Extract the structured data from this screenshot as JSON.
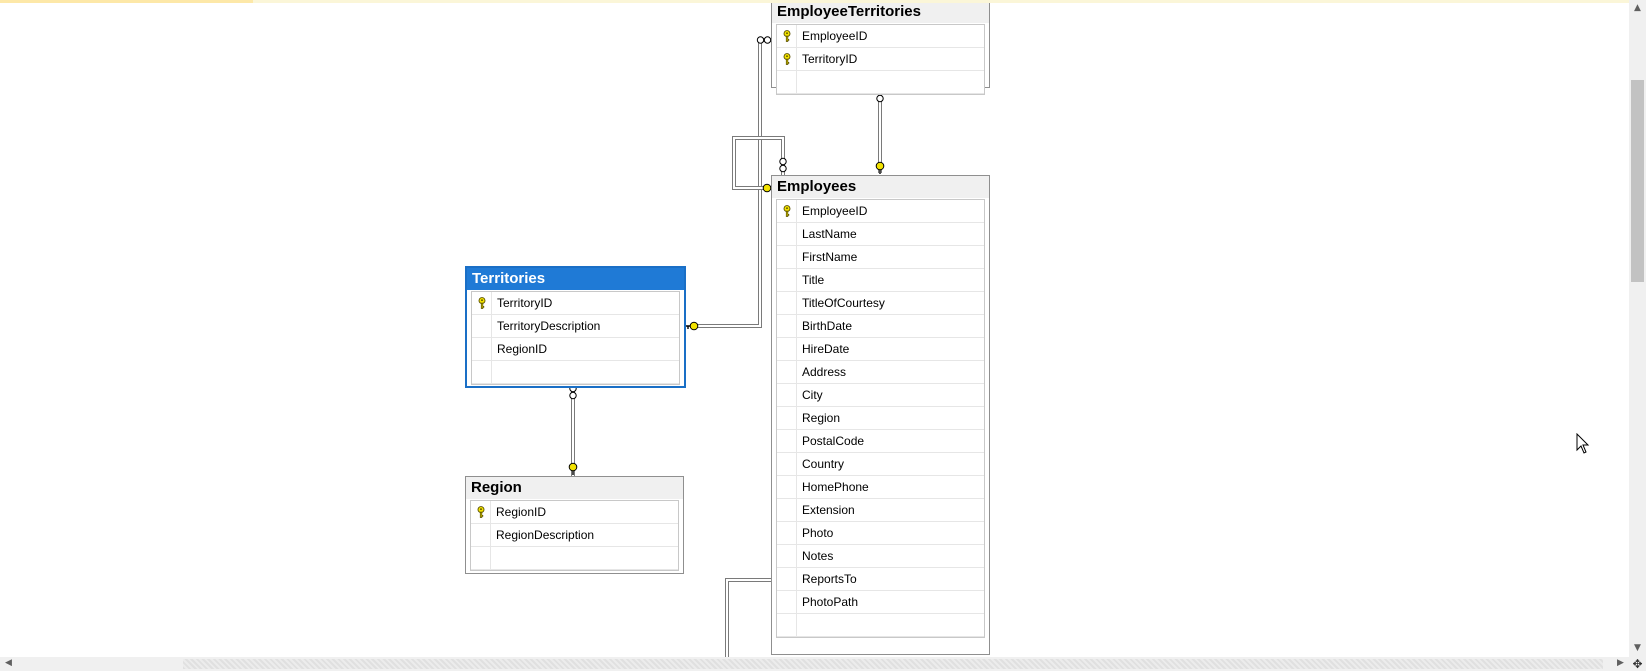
{
  "progress": {
    "fraction": 0.154
  },
  "diagram": {
    "tables": {
      "employee_territories": {
        "title": "EmployeeTerritories",
        "columns": [
          {
            "name": "EmployeeID",
            "primary_key": true
          },
          {
            "name": "TerritoryID",
            "primary_key": true
          }
        ]
      },
      "employees": {
        "title": "Employees",
        "columns": [
          {
            "name": "EmployeeID",
            "primary_key": true
          },
          {
            "name": "LastName",
            "primary_key": false
          },
          {
            "name": "FirstName",
            "primary_key": false
          },
          {
            "name": "Title",
            "primary_key": false
          },
          {
            "name": "TitleOfCourtesy",
            "primary_key": false
          },
          {
            "name": "BirthDate",
            "primary_key": false
          },
          {
            "name": "HireDate",
            "primary_key": false
          },
          {
            "name": "Address",
            "primary_key": false
          },
          {
            "name": "City",
            "primary_key": false
          },
          {
            "name": "Region",
            "primary_key": false
          },
          {
            "name": "PostalCode",
            "primary_key": false
          },
          {
            "name": "Country",
            "primary_key": false
          },
          {
            "name": "HomePhone",
            "primary_key": false
          },
          {
            "name": "Extension",
            "primary_key": false
          },
          {
            "name": "Photo",
            "primary_key": false
          },
          {
            "name": "Notes",
            "primary_key": false
          },
          {
            "name": "ReportsTo",
            "primary_key": false
          },
          {
            "name": "PhotoPath",
            "primary_key": false
          }
        ]
      },
      "territories": {
        "title": "Territories",
        "selected": true,
        "columns": [
          {
            "name": "TerritoryID",
            "primary_key": true
          },
          {
            "name": "TerritoryDescription",
            "primary_key": false
          },
          {
            "name": "RegionID",
            "primary_key": false
          }
        ]
      },
      "region": {
        "title": "Region",
        "columns": [
          {
            "name": "RegionID",
            "primary_key": true
          },
          {
            "name": "RegionDescription",
            "primary_key": false
          }
        ]
      }
    },
    "relationships": [
      {
        "from": "Employees",
        "to": "EmployeeTerritories",
        "one_end": "Employees",
        "many_end": "EmployeeTerritories"
      },
      {
        "from": "Territories",
        "to": "EmployeeTerritories",
        "one_end": "Territories",
        "many_end": "EmployeeTerritories"
      },
      {
        "from": "Region",
        "to": "Territories",
        "one_end": "Region",
        "many_end": "Territories"
      },
      {
        "from": "Employees",
        "to": "Employees",
        "one_end": "Employees",
        "many_end": "Employees",
        "self_reference": true
      }
    ]
  },
  "colors": {
    "key_icon": "#f2e200",
    "selected_header": "#1f7ad6",
    "connector": "#7a7a7a"
  },
  "icons": {
    "key": "key-icon",
    "cursor": "mouse-pointer-icon",
    "scroll_up": "arrow-up-icon",
    "scroll_down": "arrow-down-icon",
    "scroll_left": "arrow-left-icon",
    "scroll_right": "arrow-right-icon",
    "corner": "move-icon"
  }
}
